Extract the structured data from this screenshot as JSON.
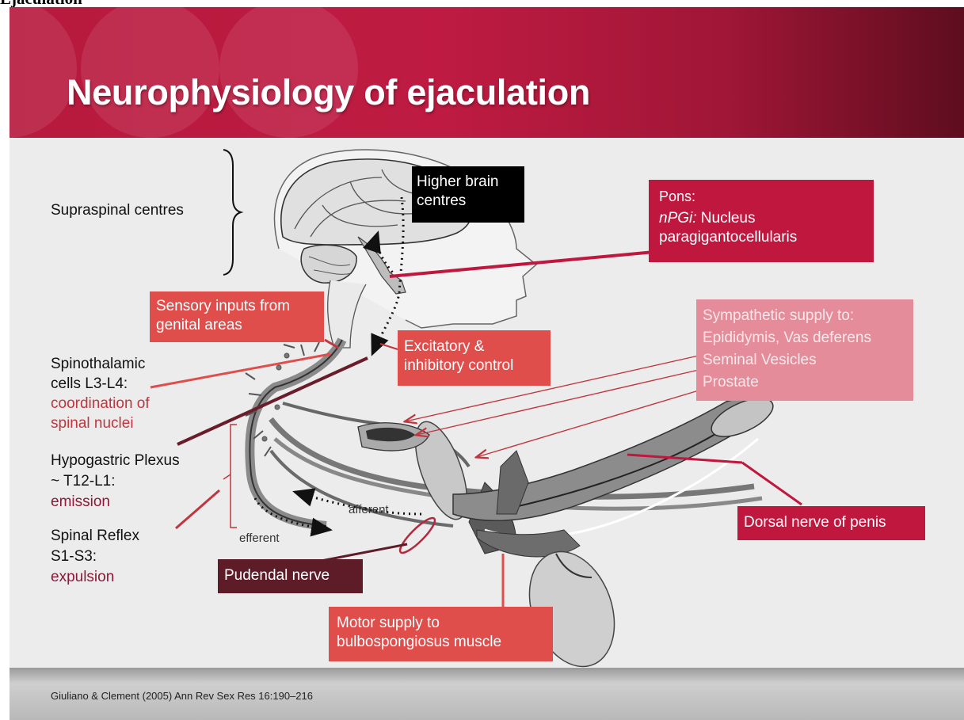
{
  "page_heading": "Ejaculation",
  "slide": {
    "title": "Neurophysiology of ejaculation",
    "citation": "Giuliano & Clement (2005) Ann Rev Sex Res 16:190–216"
  },
  "labels": {
    "supraspinal": "Supraspinal centres",
    "spinothalamic": {
      "line1": "Spinothalamic",
      "line2": "cells L3-L4:",
      "function1": "coordination of",
      "function2": "spinal nuclei"
    },
    "hypogastric": {
      "line1": "Hypogastric Plexus",
      "line2": "~ T12-L1:",
      "function": "emission"
    },
    "spinal_reflex": {
      "line1": "Spinal Reflex",
      "line2": "S1-S3:",
      "function": "expulsion"
    },
    "afferent": "afferent",
    "efferent": "efferent"
  },
  "boxes": {
    "higher_brain": {
      "line1": "Higher brain",
      "line2": "centres"
    },
    "pons": {
      "line1": "Pons:",
      "italic": "nPGi:",
      "line2_rest": " Nucleus",
      "line3": "paragigantocellularis"
    },
    "sensory": {
      "line1": "Sensory inputs from",
      "line2": "genital areas"
    },
    "excitatory": {
      "line1": "Excitatory &",
      "line2": "inhibitory control"
    },
    "sympathetic": {
      "line1": "Sympathetic supply to:",
      "line2": "Epididymis, Vas deferens",
      "line3": "Seminal Vesicles",
      "line4": "Prostate"
    },
    "dorsal_nerve": "Dorsal nerve of penis",
    "pudendal": "Pudendal nerve",
    "motor": {
      "line1": "Motor supply to",
      "line2": "bulbospongiosus muscle"
    }
  },
  "colors": {
    "header": "#bf1b42",
    "crimson_box": "#c0173f",
    "red_box": "#e04e4c",
    "pink_box": "#e58c9a",
    "dark_box": "#5d1c27",
    "function_red": "#c0363e",
    "function_maroon": "#8a1a37"
  }
}
